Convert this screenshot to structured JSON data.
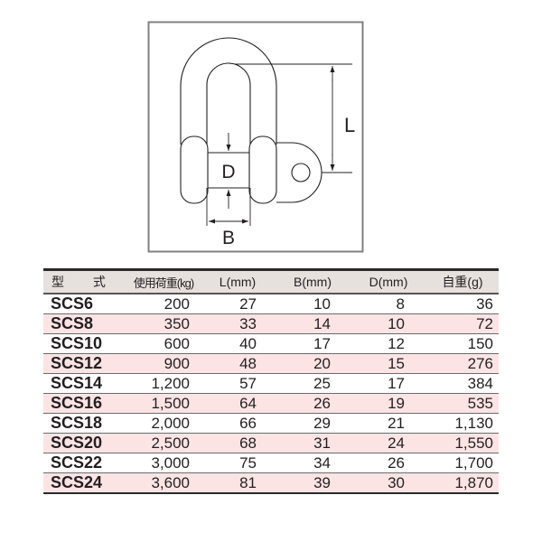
{
  "diagram": {
    "labels": {
      "L": "L",
      "D": "D",
      "B": "B"
    },
    "description": "D-shackle dimension drawing"
  },
  "table": {
    "headers": [
      "型 式",
      "使用荷重(kg)",
      "L(mm)",
      "B(mm)",
      "D(mm)",
      "自重(g)"
    ],
    "rows": [
      {
        "model": "SCS6",
        "load": "200",
        "L": "27",
        "B": "10",
        "D": "8",
        "weight": "36"
      },
      {
        "model": "SCS8",
        "load": "350",
        "L": "33",
        "B": "14",
        "D": "10",
        "weight": "72"
      },
      {
        "model": "SCS10",
        "load": "600",
        "L": "40",
        "B": "17",
        "D": "12",
        "weight": "150"
      },
      {
        "model": "SCS12",
        "load": "900",
        "L": "48",
        "B": "20",
        "D": "15",
        "weight": "276"
      },
      {
        "model": "SCS14",
        "load": "1,200",
        "L": "57",
        "B": "25",
        "D": "17",
        "weight": "384"
      },
      {
        "model": "SCS16",
        "load": "1,500",
        "L": "64",
        "B": "26",
        "D": "19",
        "weight": "535"
      },
      {
        "model": "SCS18",
        "load": "2,000",
        "L": "66",
        "B": "29",
        "D": "21",
        "weight": "1,130"
      },
      {
        "model": "SCS20",
        "load": "2,500",
        "L": "68",
        "B": "31",
        "D": "24",
        "weight": "1,550"
      },
      {
        "model": "SCS22",
        "load": "3,000",
        "L": "75",
        "B": "34",
        "D": "26",
        "weight": "1,700"
      },
      {
        "model": "SCS24",
        "load": "3,600",
        "L": "81",
        "B": "39",
        "D": "30",
        "weight": "1,870"
      }
    ]
  },
  "colors": {
    "header_bg": "#e6e1dd",
    "alt_row_bg": "#fce4e4",
    "text": "#231f20"
  }
}
